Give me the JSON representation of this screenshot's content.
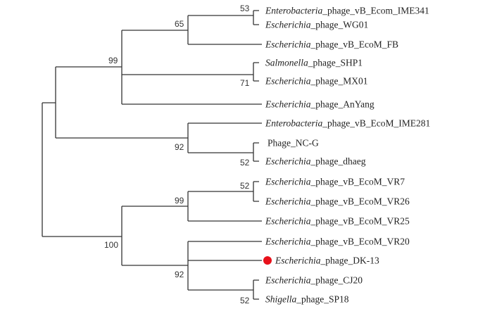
{
  "tree": {
    "highlight_color": "#e8101a",
    "taxa": [
      {
        "genus": "Enterobacteria",
        "rest": "_phage_vB_Ecom_IME341"
      },
      {
        "genus": "Escherichia",
        "rest": "_phage_WG01"
      },
      {
        "genus": "Escherichia",
        "rest": "_phage_vB_EcoM_FB"
      },
      {
        "genus": "Salmonella",
        "rest": "_phage_SHP1"
      },
      {
        "genus": "Escherichia",
        "rest": "_phage_MX01"
      },
      {
        "genus": "Escherichia",
        "rest": "_phage_AnYang"
      },
      {
        "genus": "Enterobacteria",
        "rest": "_phage_vB_EcoM_IME281"
      },
      {
        "genus": "",
        "rest": "Phage_NC-G"
      },
      {
        "genus": "Escherichia",
        "rest": "_phage_dhaeg"
      },
      {
        "genus": "Escherichia",
        "rest": "_phage_vB_EcoM_VR7"
      },
      {
        "genus": "Escherichia",
        "rest": "_phage_vB_EcoM_VR26"
      },
      {
        "genus": "Escherichia",
        "rest": "_phage_vB_EcoM_VR25"
      },
      {
        "genus": "Escherichia",
        "rest": "_phage_vB_EcoM_VR20"
      },
      {
        "genus": "Escherichia",
        "rest": "_phage_DK-13"
      },
      {
        "genus": "Escherichia",
        "rest": "_phage_CJ20"
      },
      {
        "genus": "Shigella",
        "rest": "_phage_SP18"
      }
    ],
    "bootstrap": {
      "n53a": "53",
      "n65": "65",
      "n99a": "99",
      "n71": "71",
      "n92a": "92",
      "n52a": "52",
      "n52b": "52",
      "n99b": "99",
      "n100": "100",
      "n92b": "92",
      "n52c": "52"
    }
  }
}
